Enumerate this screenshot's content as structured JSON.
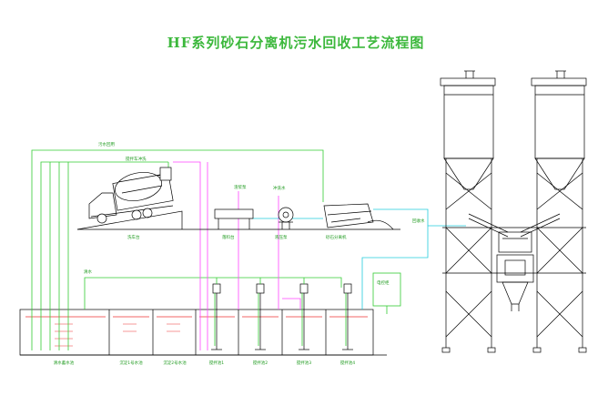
{
  "title": "HF系列砂石分离机污水回收工艺流程图",
  "labels": {
    "water_line": "污水回用",
    "truck_wash": "搅拌车冲洗",
    "car_wash": "洗车台",
    "feed_hopper": "落料台",
    "pump": "液压泵",
    "slurry_pump": "渣浆泵",
    "separator": "砂石分离机",
    "recycle_water": "回收水",
    "clear_water": "清水",
    "wash_water": "冲洗水",
    "control_box": "电控柜",
    "pool_clean": "清水蓄水池",
    "pool_1": "沉淀1号水池",
    "pool_2": "沉淀2号水池",
    "stir_1": "搅拌池1",
    "stir_2": "搅拌池2",
    "stir_3": "搅拌池3",
    "stir_4": "搅拌池4"
  },
  "colors": {
    "title": "#3cb83c",
    "clean_water": "#33cc33",
    "slurry": "#ff44ff",
    "recycle": "#22ccdd",
    "pool_level": "#ee3333",
    "structure": "#000000"
  }
}
